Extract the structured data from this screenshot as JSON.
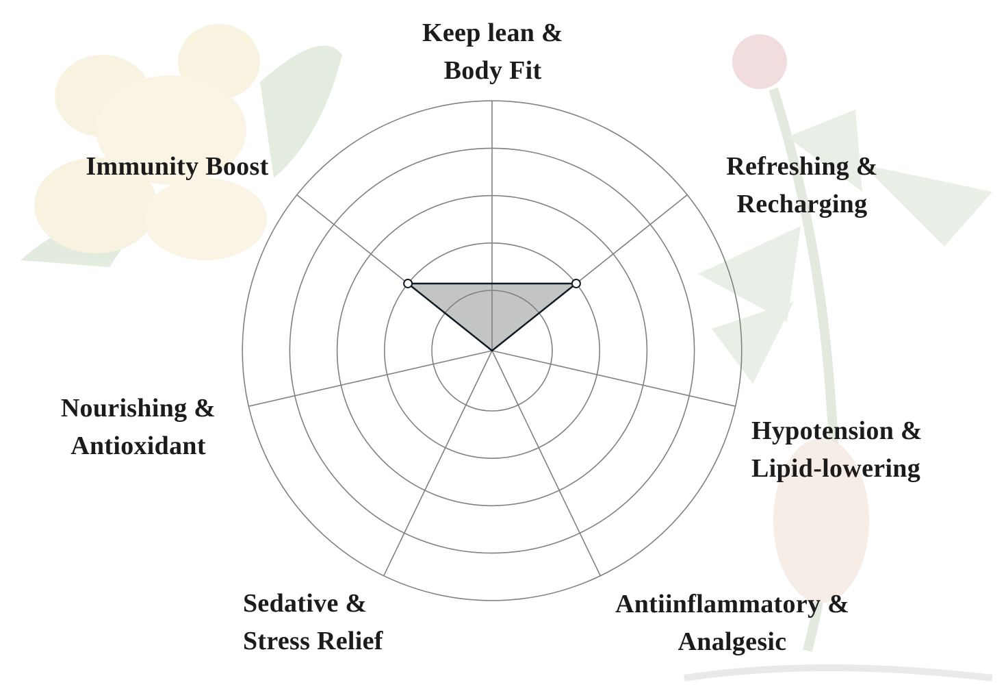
{
  "chart_data": {
    "type": "radar",
    "title": "",
    "categories": [
      [
        "Keep lean &",
        "Body Fit"
      ],
      [
        "Refreshing &",
        "Recharging"
      ],
      [
        "Hypotension &",
        "Lipid-lowering"
      ],
      [
        "Antiinflammatory &",
        "Analgesic"
      ],
      [
        "Sedative &",
        "Stress Relief"
      ],
      [
        "Nourishing &",
        "Antioxidant"
      ],
      [
        "Immunity Boost"
      ]
    ],
    "series": [
      {
        "name": "",
        "values": [
          null,
          2,
          0,
          0,
          0,
          0,
          2
        ],
        "fill": "#c3c5c4",
        "stroke": "#0f1a24"
      }
    ],
    "rlim": [
      0,
      5
    ],
    "ring_ticks": [
      1,
      2,
      3,
      4,
      5
    ],
    "grid": true,
    "legend": "none",
    "grid_color": "#808080"
  }
}
